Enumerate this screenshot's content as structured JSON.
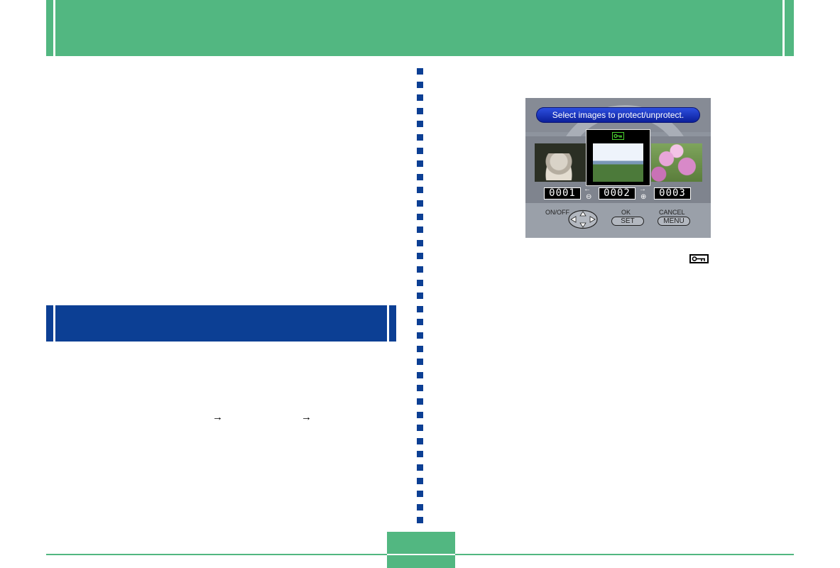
{
  "colors": {
    "header_green": "#52b781",
    "section_blue": "#0c3f94",
    "divider_blue": "#0c3f94"
  },
  "arrows": [
    "→",
    "→"
  ],
  "camera_screen": {
    "instruction": "Select images to protect/unprotect.",
    "counters": [
      "0001",
      "0002",
      "0003"
    ],
    "nav_left_symbol": "⊖",
    "nav_right_symbol": "⊕",
    "protect_icon": "key-icon",
    "controls": {
      "onoff_label": "ON/OFF",
      "ok_label": "OK",
      "ok_button": "SET",
      "cancel_label": "CANCEL",
      "cancel_button": "MENU"
    }
  },
  "page_icon": "key-icon"
}
